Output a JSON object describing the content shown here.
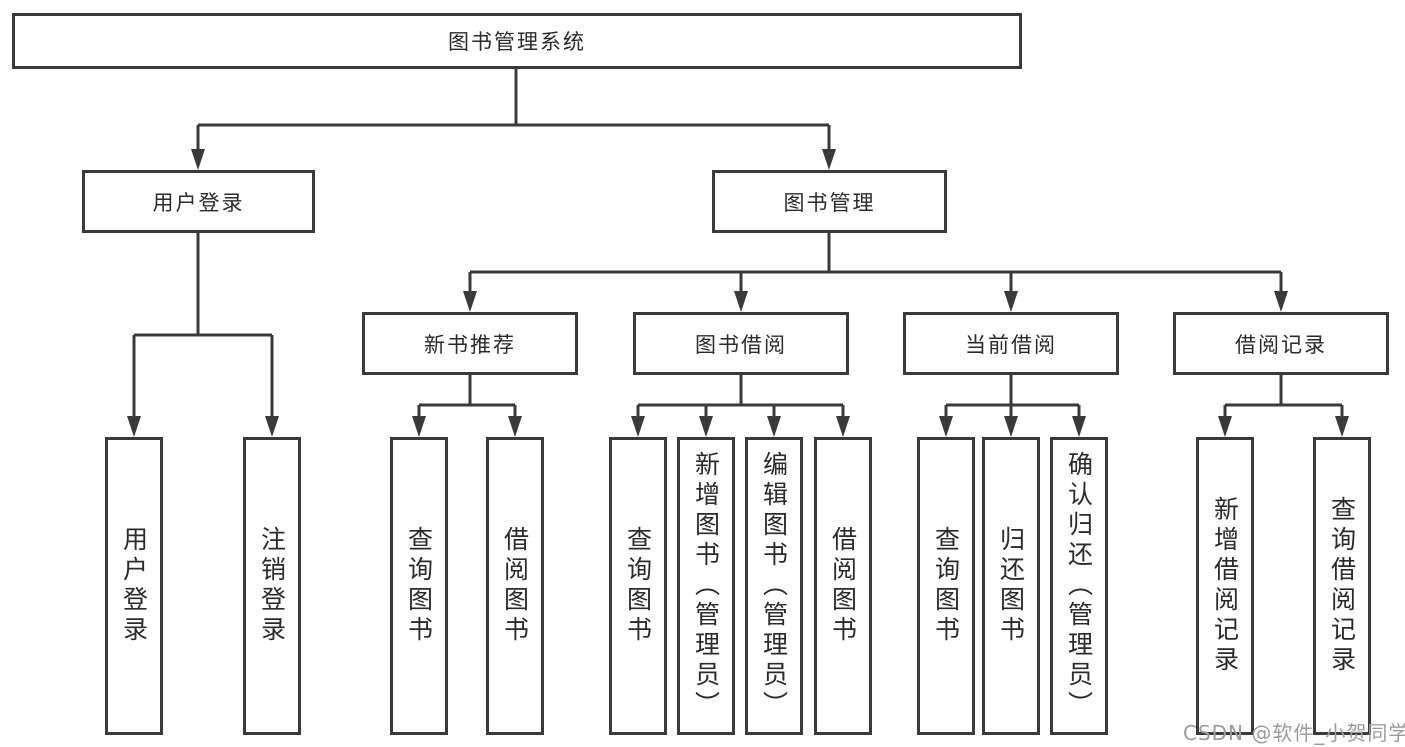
{
  "diagram": {
    "title": "图书管理系统",
    "branches": [
      {
        "label": "用户登录",
        "children": [
          "用户登录",
          "注销登录"
        ]
      },
      {
        "label": "图书管理",
        "sections": [
          {
            "label": "新书推荐",
            "children": [
              "查询图书",
              "借阅图书"
            ]
          },
          {
            "label": "图书借阅",
            "children": [
              "查询图书",
              "新增图书（管理员）",
              "编辑图书（管理员）",
              "借阅图书"
            ]
          },
          {
            "label": "当前借阅",
            "children": [
              "查询图书",
              "归还图书",
              "确认归还（管理员）"
            ]
          },
          {
            "label": "借阅记录",
            "children": [
              "新增借阅记录",
              "查询借阅记录"
            ]
          }
        ]
      }
    ],
    "watermark": "CSDN @软件_小贺同学"
  },
  "colors": {
    "line": "#3a3a3a",
    "box_border": "#3a3a3a",
    "text": "#2b2b2b",
    "watermark": "#9c9c9c",
    "background": "#ffffff"
  }
}
